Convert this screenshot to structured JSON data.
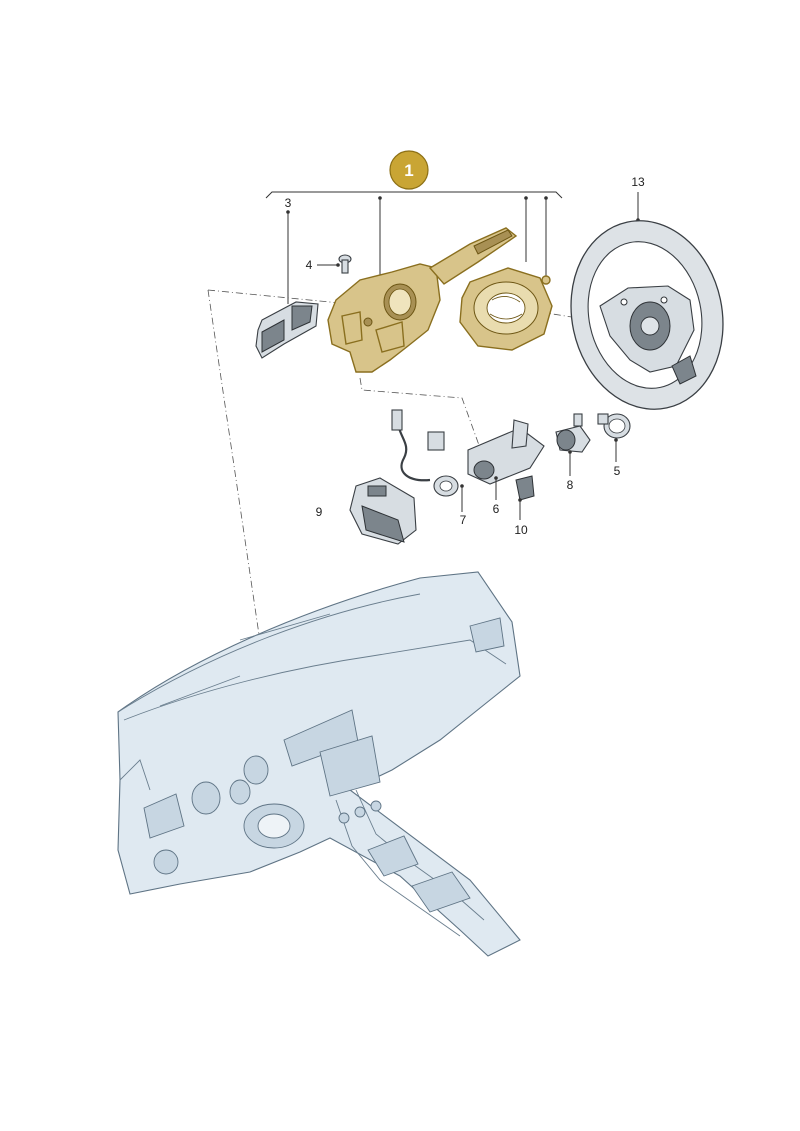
{
  "badge": {
    "label": "1",
    "color": "#c9a534"
  },
  "callouts": {
    "c3": "3",
    "c4": "4",
    "c5": "5",
    "c6": "6",
    "c7": "7",
    "c8": "8",
    "c9": "9",
    "c10": "10",
    "c13": "13"
  },
  "colors": {
    "highlight": "#d8c48a",
    "part": "#d7dde2",
    "dashboard": "#dfe9f1"
  }
}
